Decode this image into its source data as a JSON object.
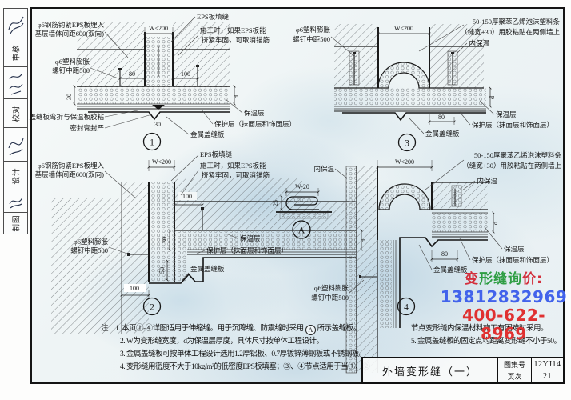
{
  "page": {
    "paper_color": "#eef3f4",
    "stain_color": "#bcd6e4",
    "line_color": "#1c1c1c"
  },
  "sidebar": {
    "labels": [
      "审核",
      "校对",
      "设计",
      "制图"
    ]
  },
  "nums": {
    "n1": "1",
    "n2": "2",
    "n3": "3",
    "n4": "4",
    "nA": "A"
  },
  "common": {
    "w200": "W<200",
    "w20": "W-20",
    "n80": "80",
    "n100": "100",
    "n30": "30",
    "n50": "50",
    "n25": "25",
    "d": "d",
    "rebar1": "φ6钢筋钩紧EPS板埋入",
    "rebar2": "基层墙体间距600(双向)",
    "phi1": "φ6塑料膨胀",
    "phi2": "螺钉中距500",
    "eps_fill": "EPS板填缝",
    "constr1": "施工时，如果EPS板能",
    "constr2": "挤紧牢固，可取消锚筋",
    "foam1": "50-150厚聚苯乙烯泡沫塑料条",
    "foam2": "（缝宽+30）用胶粘贴在两侧墙上",
    "inner": "内保温",
    "insul": "保温层",
    "protect": "保护层（抹面层和饰面层）",
    "cover": "金属盖缝板"
  },
  "d1": {
    "bend": "盖缝板弯折与保温板胶粘",
    "seal": "密封膏封严"
  },
  "notes": {
    "n1a": "注：1. 本页①-④详图适用于伸缩缝。用于沉降缝、防震缝时采用",
    "n1sym": "A",
    "n1b": "所示盖缝板。",
    "n2": "2. W为变形缝宽度，d为保温层厚度，具体尺寸按单体工程设计。",
    "n3": "3. 金属盖缝板可按单体工程设计选用1.2厚铝板、0.7厚镀锌薄钢板或不锈钢板。",
    "n4": "4. 变形缝用密度不大于10kg/m³的低密度EPS板填塞；③、④节点适用于当①、②",
    "n4b": "节点变形缝内保温材料施工有困难时采用。",
    "n5": "5. 金属盖缝板的固定点均距离变形缝不小于50。"
  },
  "titleblock": {
    "name": "外墙变形缝（一）",
    "atlas_label": "图集号",
    "atlas_no": "12YJ14",
    "page_label": "页次",
    "page_no": "21"
  },
  "ad": {
    "part1": "变",
    "part2": "形缝询",
    "part3": "价:",
    "phone1": "13812832969",
    "phone2": "400-622-8969",
    "color_title": "#2f9e44",
    "color_phone1": "#4263eb",
    "color_phone2": "#e03131"
  }
}
